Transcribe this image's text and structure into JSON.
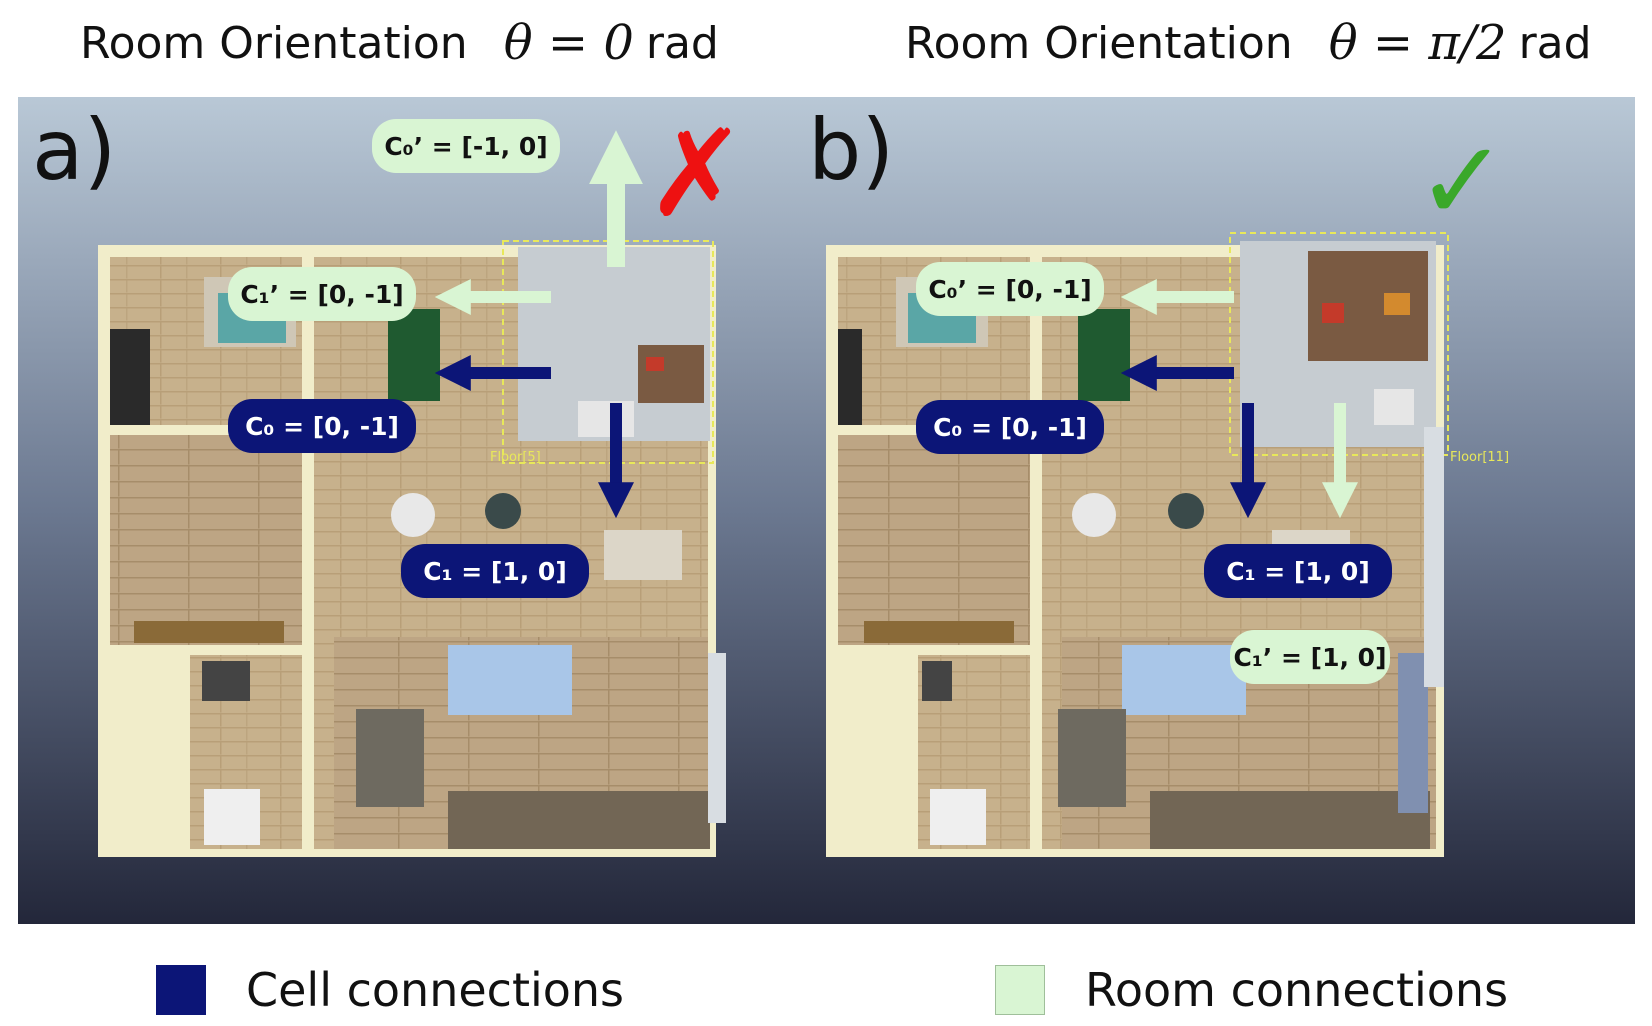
{
  "titles": {
    "a": {
      "text": "Room Orientation",
      "math": "θ = 0",
      "unit": "rad"
    },
    "b": {
      "text": "Room Orientation",
      "math": "θ = π/2",
      "unit": "rad"
    }
  },
  "panels": {
    "a": {
      "label": "a)",
      "mark": "✗",
      "mark_color": "#ee1111",
      "floor_tag": "Floor[5]",
      "cell_labels": [
        "C₀ = [0, -1]",
        "C₁ = [1, 0]"
      ],
      "room_labels": [
        "C₀’ = [-1, 0]",
        "C₁’ = [0, -1]"
      ]
    },
    "b": {
      "label": "b)",
      "mark": "✓",
      "mark_color": "#3aa82a",
      "floor_tag": "Floor[11]",
      "cell_labels": [
        "C₀ = [0, -1]",
        "C₁ = [1, 0]"
      ],
      "room_labels": [
        "C₀’ = [0, -1]",
        "C₁’ = [1, 0]"
      ]
    }
  },
  "legend": {
    "cell": {
      "label": "Cell connections",
      "color": "#0c1577"
    },
    "room": {
      "label": "Room connections",
      "color": "#d9f5d3"
    }
  },
  "colors": {
    "cell_arrow": "#0c1577",
    "room_arrow": "#d9f5d3",
    "sky_top": "#b8c8d8",
    "sky_bottom": "#24283a",
    "wall": "#f3efc8",
    "floor_light": "#c9b593",
    "floor_dark": "#b59a76",
    "selection": "#e8e85a"
  }
}
